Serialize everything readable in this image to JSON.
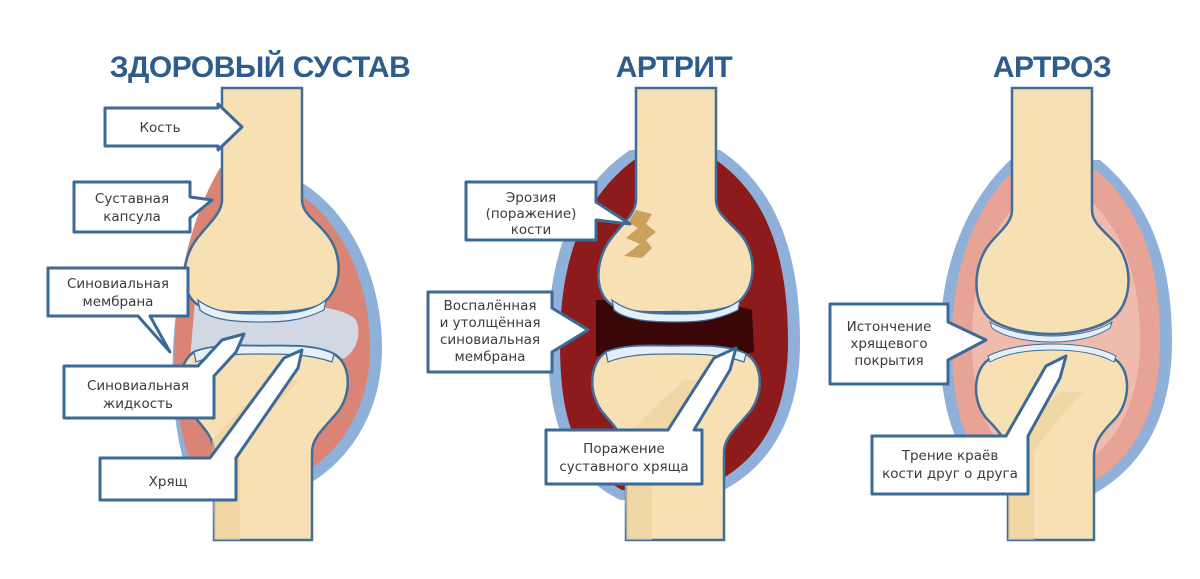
{
  "colors": {
    "title": "#2d5d8c",
    "bone": "#f7e1b4",
    "bone_shade": "#ecd09c",
    "bone_outline": "#3f6e9a",
    "capsule_outer": "#8fb0d8",
    "capsule": "#d98474",
    "capsule_light": "#eab09f",
    "cartilage": "#d7e6f3",
    "inflamed": "#8d1b1b",
    "inflamed_dark": "#3a0606",
    "erosion": "#c9a05c",
    "callout_stroke": "#3b6a97",
    "text": "#3b3b3b"
  },
  "panels": [
    {
      "title": "ЗДОРОВЫЙ СУСТАВ",
      "labels": {
        "bone": [
          "Кость"
        ],
        "capsule": [
          "Суставная",
          "капсула"
        ],
        "membrane": [
          "Синовиальная",
          "мембрана"
        ],
        "fluid": [
          "Синовиальная",
          "жидкость"
        ],
        "cartilage": [
          "Хрящ"
        ]
      }
    },
    {
      "title": "АРТРИТ",
      "labels": {
        "erosion": [
          "Эрозия",
          "(поражение)",
          "кости"
        ],
        "inflamed": [
          "Воспалённая",
          "и утолщённая",
          "синовиальная",
          "мембрана"
        ],
        "cartilage_damage": [
          "Поражение",
          "суставного хряща"
        ]
      }
    },
    {
      "title": "АРТРОЗ",
      "labels": {
        "thinning": [
          "Истончение",
          "хрящевого",
          "покрытия"
        ],
        "friction": [
          "Трение краёв",
          "кости друг о друга"
        ]
      }
    }
  ]
}
